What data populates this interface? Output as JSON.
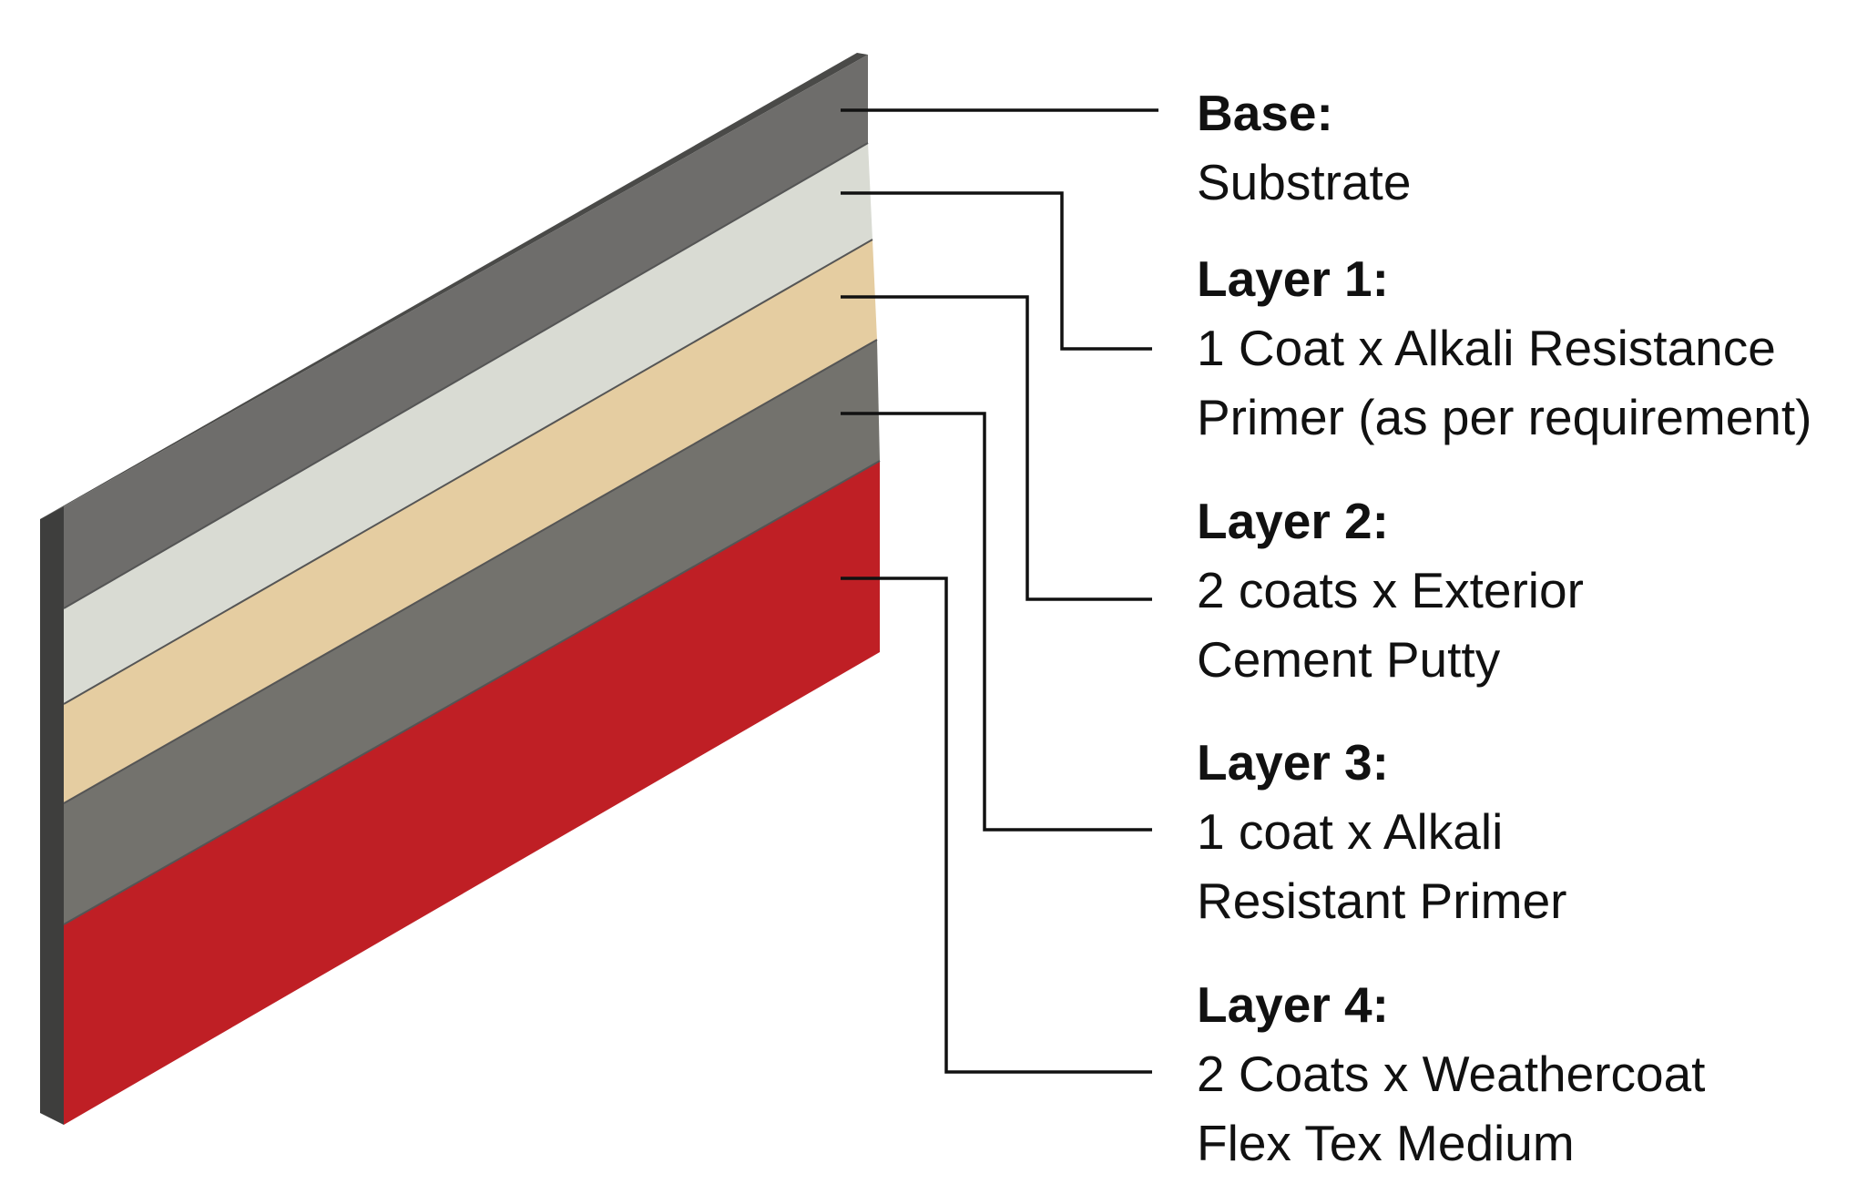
{
  "layers": [
    {
      "title": "Base:",
      "lines": [
        "Substrate"
      ],
      "color": "#6e6d6b"
    },
    {
      "title": "Layer 1:",
      "lines": [
        "1 Coat x Alkali Resistance",
        "Primer (as per requirement)"
      ],
      "color": "#d9dbd3"
    },
    {
      "title": "Layer 2:",
      "lines": [
        "2 coats x Exterior",
        "Cement Putty"
      ],
      "color": "#e5cda1"
    },
    {
      "title": "Layer 3:",
      "lines": [
        "1 coat x Alkali",
        "Resistant Primer"
      ],
      "color": "#73726d"
    },
    {
      "title": "Layer 4:",
      "lines": [
        "2 Coats x Weathercoat",
        "Flex Tex Medium"
      ],
      "color": "#bf1f25"
    }
  ],
  "colors": {
    "edge": "#3e3e3d",
    "leader_line": "#111111"
  }
}
